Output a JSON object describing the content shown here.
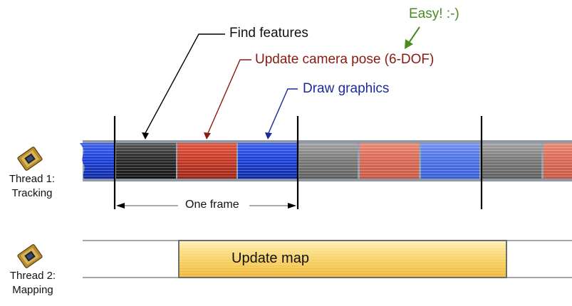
{
  "annotations": {
    "easy": {
      "text": "Easy! :-)",
      "color": "#4a8a1f"
    },
    "find_features": {
      "text": "Find features",
      "color": "#111111"
    },
    "update_pose": {
      "text": "Update camera pose (6-DOF)",
      "color": "#8a1a10"
    },
    "draw_graphics": {
      "text": "Draw graphics",
      "color": "#1a2a9a"
    }
  },
  "thread1": {
    "line1": "Thread 1:",
    "line2": "Tracking"
  },
  "thread2": {
    "line1": "Thread 2:",
    "line2": "Mapping"
  },
  "frame_span": {
    "label": "One frame"
  },
  "mapping": {
    "label": "Update map"
  },
  "colors": {
    "find_features": "#2a2a2a",
    "update_pose": "#c33a28",
    "draw_graphics": "#1a3fd0",
    "update_map": "#f5cc55"
  },
  "icons": [
    "cpu-chip-icon"
  ]
}
